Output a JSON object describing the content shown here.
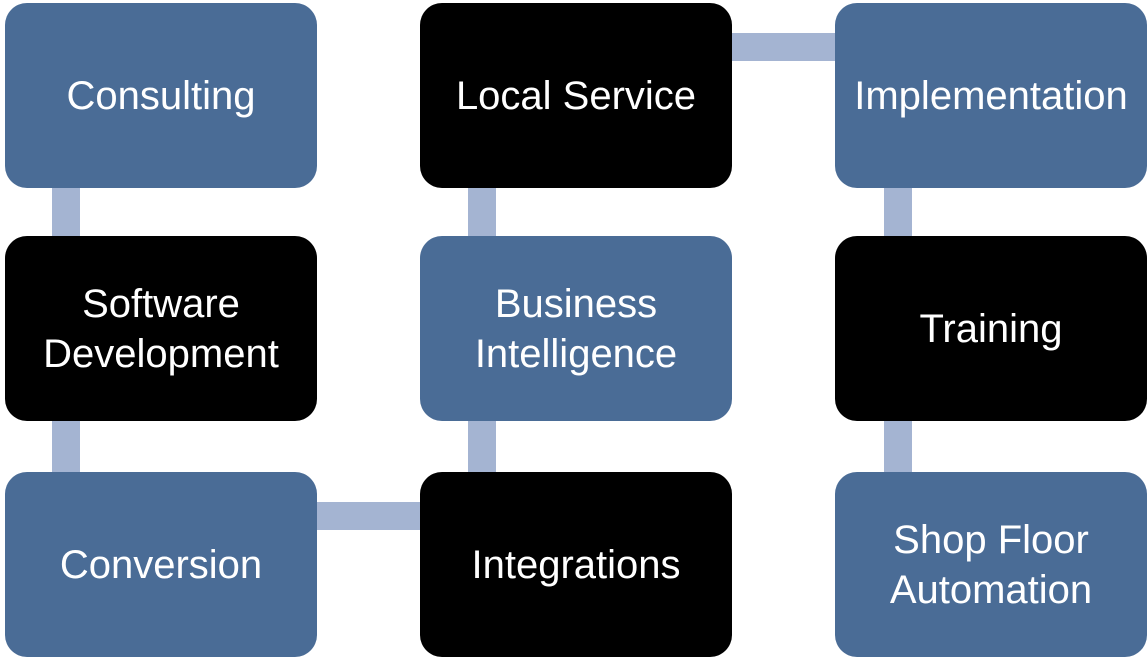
{
  "diagram": {
    "type": "process-flow",
    "nodes": [
      {
        "label": "Consulting",
        "fill": "primary",
        "row": 1,
        "col": 1
      },
      {
        "label": "Local Service",
        "fill": "dark",
        "row": 1,
        "col": 2
      },
      {
        "label": "Implementation",
        "fill": "primary",
        "row": 1,
        "col": 3
      },
      {
        "label": "Software Development",
        "fill": "dark",
        "row": 2,
        "col": 1
      },
      {
        "label": "Business Intelligence",
        "fill": "primary",
        "row": 2,
        "col": 2
      },
      {
        "label": "Training",
        "fill": "dark",
        "row": 2,
        "col": 3
      },
      {
        "label": "Conversion",
        "fill": "primary",
        "row": 3,
        "col": 1
      },
      {
        "label": "Integrations",
        "fill": "dark",
        "row": 3,
        "col": 2
      },
      {
        "label": "Shop Floor Automation",
        "fill": "primary",
        "row": 3,
        "col": 3
      }
    ],
    "connections": [
      {
        "from": "Consulting",
        "to": "Software Development",
        "orientation": "vertical"
      },
      {
        "from": "Software Development",
        "to": "Conversion",
        "orientation": "vertical"
      },
      {
        "from": "Conversion",
        "to": "Integrations",
        "orientation": "horizontal"
      },
      {
        "from": "Integrations",
        "to": "Business Intelligence",
        "orientation": "vertical"
      },
      {
        "from": "Business Intelligence",
        "to": "Local Service",
        "orientation": "vertical"
      },
      {
        "from": "Local Service",
        "to": "Implementation",
        "orientation": "horizontal"
      },
      {
        "from": "Implementation",
        "to": "Training",
        "orientation": "vertical"
      },
      {
        "from": "Training",
        "to": "Shop Floor Automation",
        "orientation": "vertical"
      }
    ],
    "colors": {
      "primary": "#4A6C96",
      "dark": "#000000",
      "connector": "#A4B4D2",
      "text": "#FFFFFF",
      "background": "#FFFFFF"
    }
  }
}
